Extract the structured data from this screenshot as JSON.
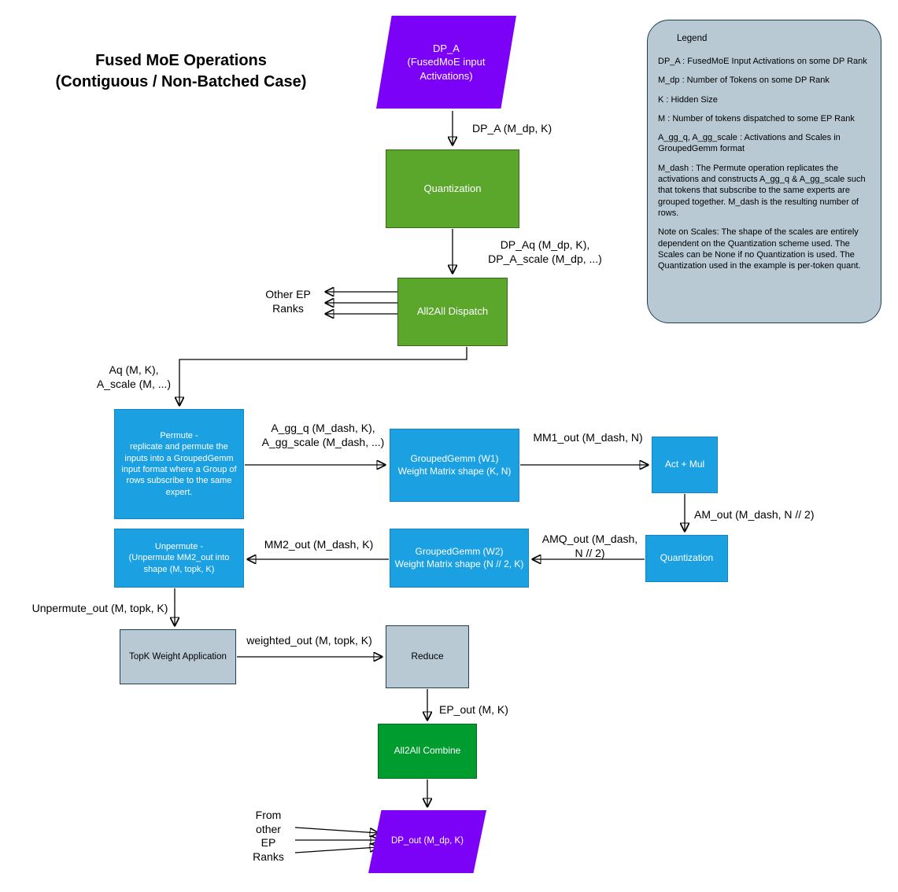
{
  "title": "Fused MoE Operations\n(Contiguous / Non-Batched Case)",
  "colors": {
    "purple_node": "#7c02f7",
    "green_node": "#5aa72c",
    "blue_node": "#1ba1e2",
    "dark_green_node": "#009c2f",
    "gray_node": "#b8c9d4",
    "arrow": "#000000"
  },
  "nodes": {
    "dp_a": {
      "label": "DP_A\n(FusedMoE input\nActivations)"
    },
    "quantization_1": {
      "label": "Quantization"
    },
    "all2all_dispatch": {
      "label": "All2All Dispatch"
    },
    "permute": {
      "label": "Permute -\nreplicate and permute the\ninputs into a GroupedGemm\ninput format where a Group of\nrows subscribe to the same\nexpert."
    },
    "grouped_gemm_w1": {
      "label": "GroupedGemm (W1)\nWeight Matrix shape (K, N)"
    },
    "act_mul": {
      "label": "Act + Mul"
    },
    "quantization_2": {
      "label": "Quantization"
    },
    "grouped_gemm_w2": {
      "label": "GroupedGemm (W2)\nWeight Matrix shape (N // 2, K)"
    },
    "unpermute": {
      "label": "Unpermute -\n(Unpermute MM2_out into\nshape (M, topk, K)"
    },
    "topk_weight_application": {
      "label": "TopK Weight Application"
    },
    "reduce": {
      "label": "Reduce"
    },
    "all2all_combine": {
      "label": "All2All Combine"
    },
    "dp_out": {
      "label": "DP_out (M_dp, K)"
    }
  },
  "edge_labels": {
    "dp_a_to_quant": "DP_A (M_dp, K)",
    "quant_to_dispatch": "DP_Aq (M_dp, K),\nDP_A_scale (M_dp, ...)",
    "other_ep_ranks": "Other EP\nRanks",
    "dispatch_to_permute": "Aq (M, K),\nA_scale (M, ...)",
    "permute_to_w1": "A_gg_q (M_dash, K),\nA_gg_scale (M_dash, ...)",
    "w1_to_actmul": "MM1_out (M_dash, N)",
    "actmul_to_quant": "AM_out (M_dash, N // 2)",
    "quant_to_w2": "AMQ_out (M_dash,\nN // 2)",
    "w2_to_unpermute": "MM2_out (M_dash, K)",
    "unpermute_to_topk": "Unpermute_out (M, topk, K)",
    "topk_to_reduce": "weighted_out (M, topk, K)",
    "reduce_to_combine": "EP_out (M, K)",
    "from_other_ep_ranks": "From\nother\nEP\nRanks"
  },
  "legend": {
    "title": "Legend",
    "items": [
      "DP_A : FusedMoE Input Activations on some DP Rank",
      "M_dp : Number of Tokens on some DP Rank",
      "K : Hidden Size",
      "M : Number of tokens dispatched to some EP Rank",
      "A_gg_q, A_gg_scale : Activations and Scales in GroupedGemm format",
      "M_dash : The Permute operation replicates the activations and constructs A_gg_q & A_gg_scale such that tokens that subscribe to the same experts are grouped together. M_dash is the resulting number of rows.",
      "Note on Scales: The shape of the scales are entirely dependent on the Quantization scheme used. The Scales can be None if no Quantization is used. The Quantization used in the example is per-token quant."
    ]
  }
}
